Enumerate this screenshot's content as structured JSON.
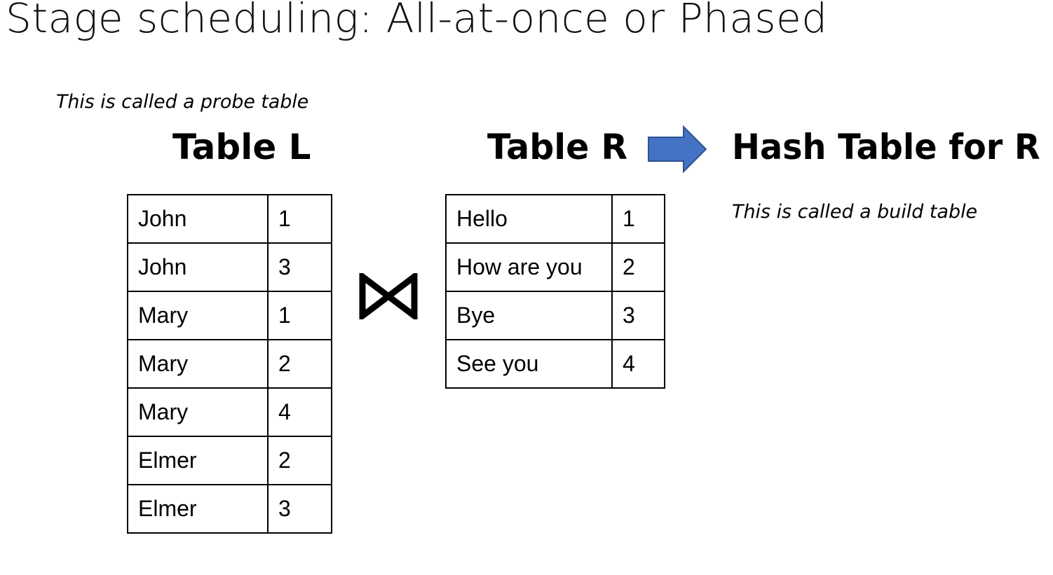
{
  "slide": {
    "title": "Stage scheduling: All-at-once or Phased",
    "probe_note": "This is called a probe table",
    "build_note": "This is called a build table"
  },
  "table_l": {
    "heading": "Table L",
    "rows": [
      {
        "name": "John",
        "value": "1"
      },
      {
        "name": "John",
        "value": "3"
      },
      {
        "name": "Mary",
        "value": "1"
      },
      {
        "name": "Mary",
        "value": "2"
      },
      {
        "name": "Mary",
        "value": "4"
      },
      {
        "name": "Elmer",
        "value": "2"
      },
      {
        "name": "Elmer",
        "value": "3"
      }
    ]
  },
  "table_r": {
    "heading": "Table R",
    "rows": [
      {
        "name": "Hello",
        "value": "1"
      },
      {
        "name": "How are you",
        "value": "2"
      },
      {
        "name": "Bye",
        "value": "3"
      },
      {
        "name": "See you",
        "value": "4"
      }
    ]
  },
  "hash_table": {
    "heading": "Hash Table for R"
  },
  "symbols": {
    "join": "join-bowtie-icon",
    "arrow": "right-arrow-icon",
    "arrow_color": "#4472C4"
  }
}
